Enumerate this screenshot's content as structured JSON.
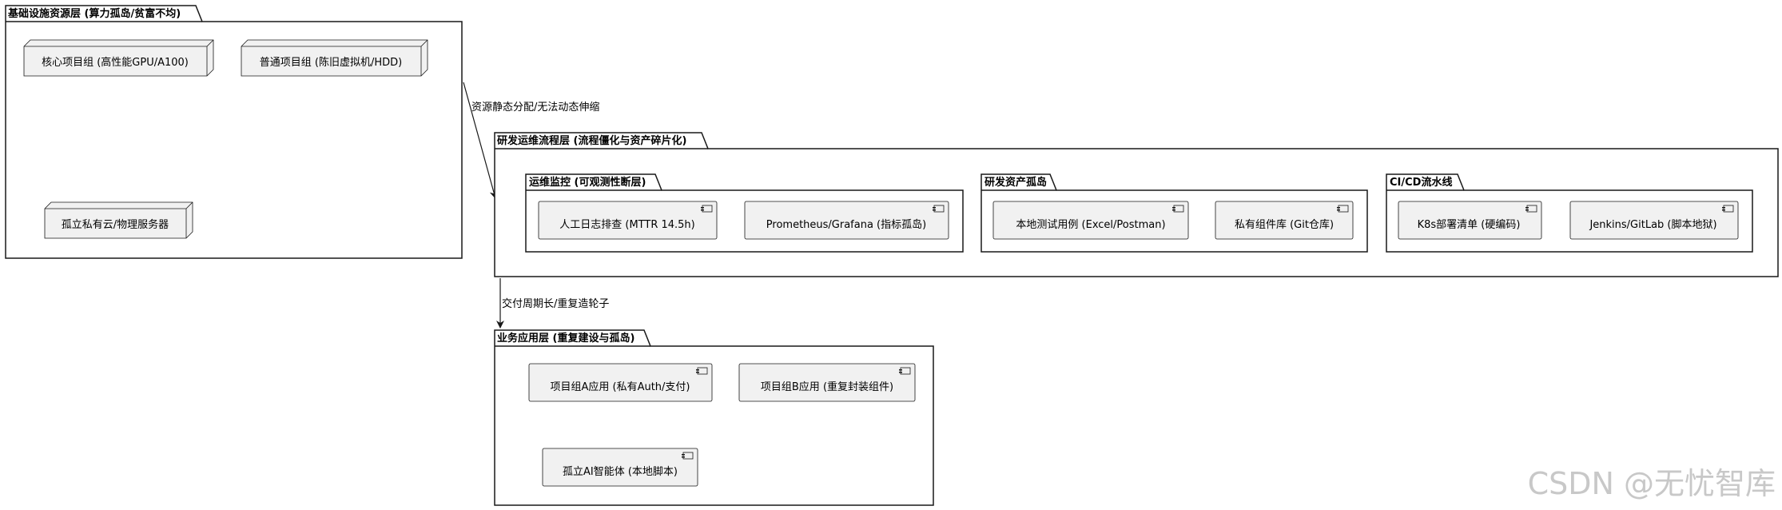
{
  "packages": {
    "infra": {
      "title": "基础设施资源层 (算力孤岛/贫富不均)",
      "nodes": {
        "core": "核心项目组 (高性能GPU/A100)",
        "normal": "普通项目组 (陈旧虚拟机/HDD)",
        "private_cloud": "孤立私有云/物理服务器"
      }
    },
    "devops": {
      "title": "研发运维流程层 (流程僵化与资产碎片化)",
      "monitor": {
        "title": "运维监控 (可观测性断层)",
        "log_check": "人工日志排查 (MTTR 14.5h)",
        "prometheus": "Prometheus/Grafana (指标孤岛)"
      },
      "assets": {
        "title": "研发资产孤岛",
        "local_test": "本地测试用例 (Excel/Postman)",
        "private_lib": "私有组件库 (Git仓库)"
      },
      "cicd": {
        "title": "CI/CD流水线",
        "k8s": "K8s部署清单 (硬编码)",
        "jenkins": "Jenkins/GitLab (脚本地狱)"
      }
    },
    "business": {
      "title": "业务应用层 (重复建设与孤岛)",
      "nodes": {
        "app_a": "项目组A应用 (私有Auth/支付)",
        "app_b": "项目组B应用 (重复封装组件)",
        "ai_agent": "孤立AI智能体 (本地脚本)"
      }
    }
  },
  "edges": {
    "infra_to_devops": "资源静态分配/无法动态伸缩",
    "devops_to_business": "交付周期长/重复造轮子"
  },
  "watermark": "CSDN @无忧智库"
}
